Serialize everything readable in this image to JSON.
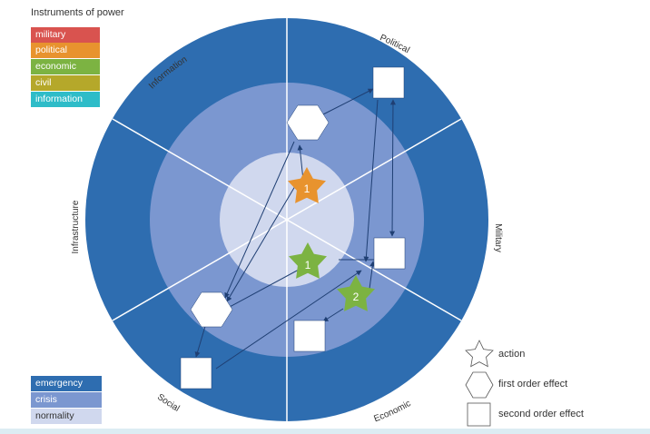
{
  "legend": {
    "title": "Instruments of power",
    "items": [
      {
        "label": "military",
        "color": "#d9534f"
      },
      {
        "label": "political",
        "color": "#e8932e"
      },
      {
        "label": "economic",
        "color": "#7cb342"
      },
      {
        "label": "civil",
        "color": "#b5a82a"
      },
      {
        "label": "information",
        "color": "#2ebcc8"
      }
    ]
  },
  "zones": [
    {
      "label": "emergency",
      "color": "#2e6db0",
      "text_color": "#ffffff"
    },
    {
      "label": "crisis",
      "color": "#7b97d0",
      "text_color": "#ffffff"
    },
    {
      "label": "normality",
      "color": "#d0d8ee",
      "text_color": "#333333"
    }
  ],
  "sectors": [
    "Information",
    "Political",
    "Military",
    "Economic",
    "Social",
    "Infrastructure"
  ],
  "markers": {
    "star_political": "1",
    "star_economic_1": "1",
    "star_economic_2": "2"
  },
  "key": {
    "action": "action",
    "first_order": "first order effect",
    "second_order": "second order effect"
  }
}
